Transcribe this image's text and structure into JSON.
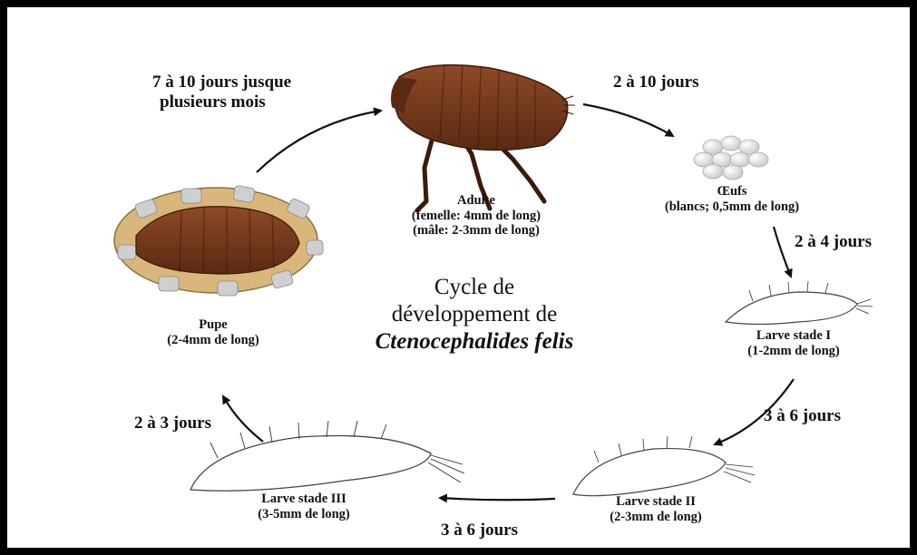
{
  "title": {
    "line1": "Cycle de",
    "line2": "développement de",
    "species": "Ctenocephalides felis"
  },
  "stages": {
    "adult": {
      "name": "Adulte",
      "size_female": "(femelle: 4mm de long)",
      "size_male": "(mâle: 2-3mm de long)"
    },
    "eggs": {
      "name": "Œufs",
      "detail": "(blancs; 0,5mm de long)"
    },
    "larva1": {
      "name": "Larve stade I",
      "detail": "(1-2mm de long)"
    },
    "larva2": {
      "name": "Larve stade II",
      "detail": "(2-3mm de long)"
    },
    "larva3": {
      "name": "Larve stade III",
      "detail": "(3-5mm de long)"
    },
    "pupa": {
      "name": "Pupe",
      "detail": "(2-4mm de long)"
    }
  },
  "durations": {
    "pupa_to_adult_l1": "7 à 10 jours jusque",
    "pupa_to_adult_l2": "plusieurs mois",
    "adult_to_eggs": "2 à 10 jours",
    "eggs_to_l1": "2 à 4 jours",
    "l1_to_l2": "3 à 6 jours",
    "l2_to_l3": "3 à 6 jours",
    "l3_to_pupa": "2 à 3 jours"
  },
  "colors": {
    "flea_body": "#7a3d1e",
    "flea_dark": "#4a2210",
    "egg": "#e8e8e4",
    "cocoon_tan": "#d9b77a",
    "cocoon_grey": "#cfcfcf",
    "arrow": "#111111"
  },
  "icons": [
    "flea-adult-illustration",
    "eggs-illustration",
    "larva-illustration",
    "pupa-cocoon-illustration",
    "arrow-icon"
  ]
}
